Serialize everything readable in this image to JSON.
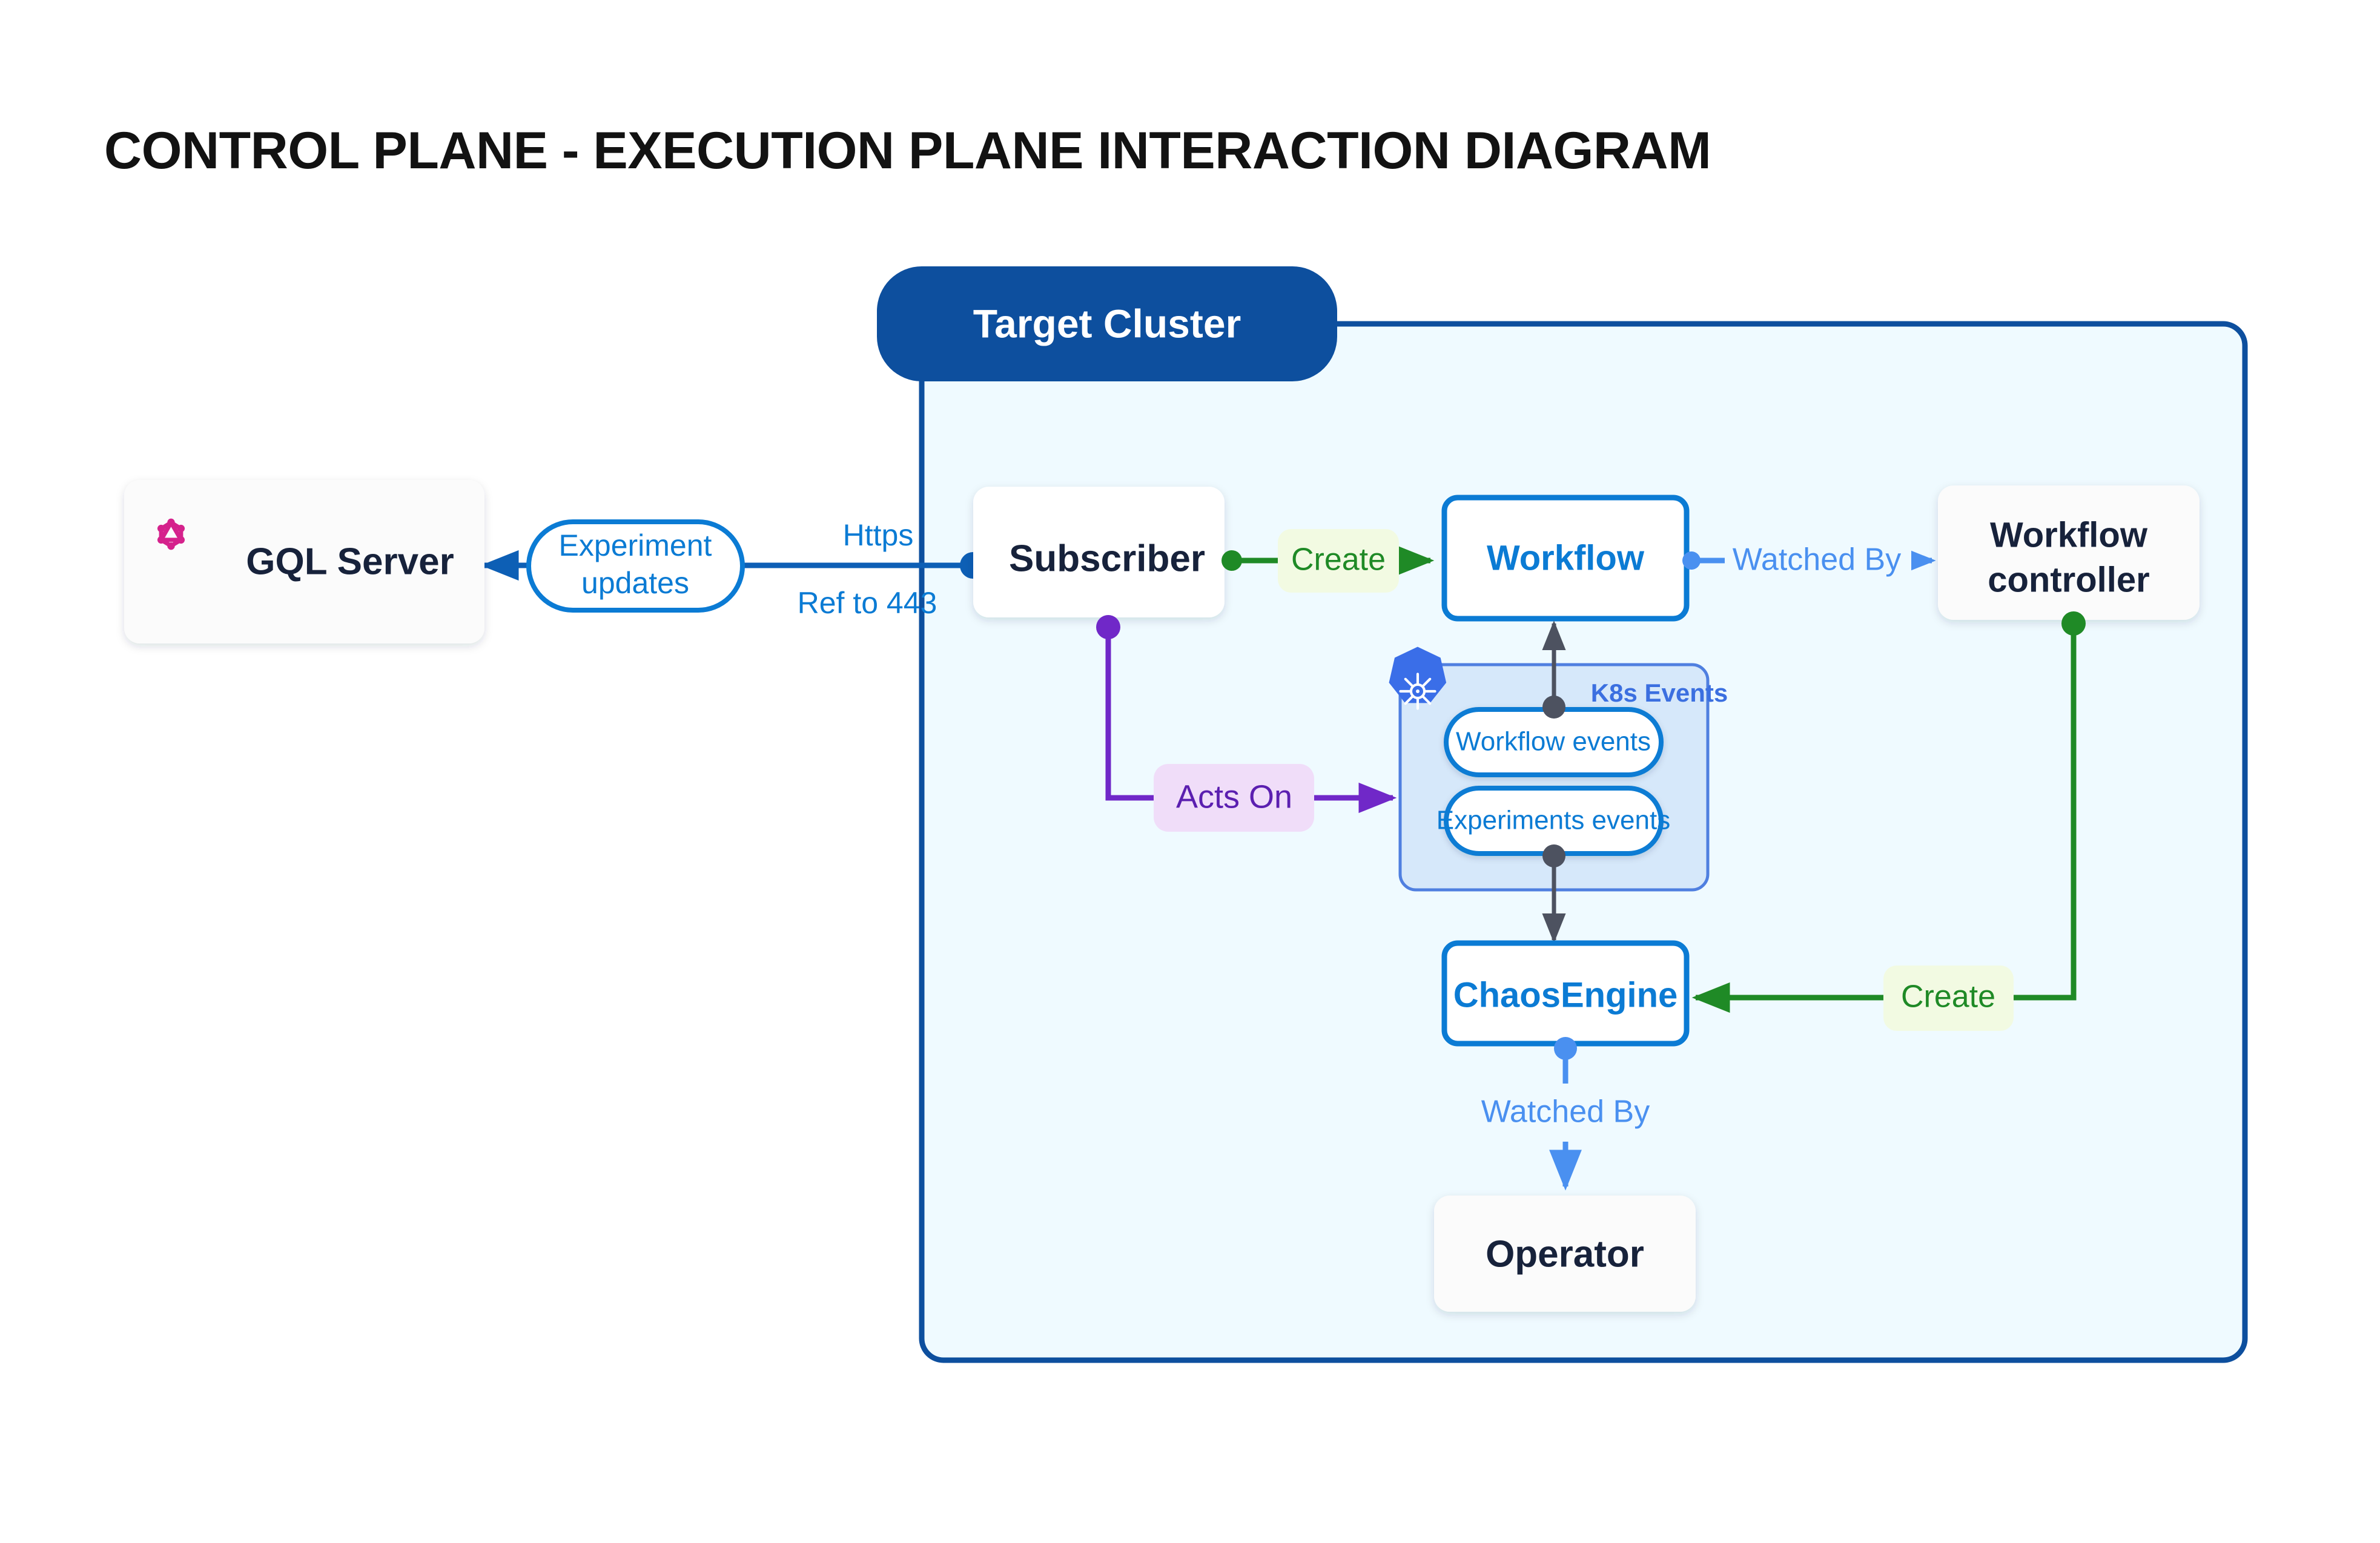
{
  "page": {
    "title": "CONTROL PLANE - EXECUTION PLANE INTERACTION DIAGRAM",
    "background": "#ffffff"
  },
  "colors": {
    "cluster_badge_bg": "#0d4f9e",
    "cluster_badge_text": "#ffffff",
    "cluster_panel_bg": "#effaff",
    "cluster_panel_border": "#0d4f9e",
    "card_bg": "#fbfbfb",
    "card_text": "#17223b",
    "blue_node_border": "#0b7bd4",
    "blue_node_text": "#0b7bd4",
    "k8s_panel_bg": "#d6e8fa",
    "k8s_panel_border": "#4f7fe0",
    "k8s_label_text": "#3b6fe0",
    "k8s_logo": "#3a6ee8",
    "green_edge": "#1f8a26",
    "green_badge_bg": "#f2fae2",
    "purple_edge": "#7028c8",
    "purple_badge_bg": "#f0ddf9",
    "blue_edge": "#4a90f0",
    "dark_blue_edge": "#0d5fb5",
    "gray_edge": "#4d5260",
    "graphql_logo": "#d5228c",
    "pill_border": "#0b7bd4"
  },
  "cluster": {
    "badge_label": "Target Cluster"
  },
  "nodes": {
    "gql_server": {
      "label": "GQL Server",
      "icon": "graphql-icon"
    },
    "subscriber": {
      "label": "Subscriber"
    },
    "workflow": {
      "label": "Workflow"
    },
    "workflow_controller": {
      "label": "Workflow controller",
      "line1": "Workflow",
      "line2": "controller"
    },
    "chaos_engine": {
      "label": "ChaosEngine"
    },
    "operator": {
      "label": "Operator"
    }
  },
  "k8s_panel": {
    "title": "K8s Events",
    "logo_icon": "kubernetes-icon",
    "pills": [
      {
        "label": "Workflow events"
      },
      {
        "label": "Experiments events"
      }
    ]
  },
  "edges": [
    {
      "id": "experiment-updates",
      "label": "Experiment updates",
      "line1": "Experiment",
      "line2": "updates",
      "style": "pill",
      "color": "#0d5fb5",
      "from": "subscriber",
      "to": "gql_server"
    },
    {
      "id": "https",
      "label": "Https",
      "color": "#0b7bd4",
      "from": "subscriber",
      "to": "gql_server"
    },
    {
      "id": "ref-to-443",
      "label": "Ref to 443",
      "color": "#0b7bd4",
      "from": "subscriber",
      "to": "gql_server"
    },
    {
      "id": "create-workflow",
      "label": "Create",
      "color": "#1f8a26",
      "from": "subscriber",
      "to": "workflow"
    },
    {
      "id": "watched-by-controller",
      "label": "Watched By",
      "color": "#4a90f0",
      "from": "workflow",
      "to": "workflow_controller"
    },
    {
      "id": "acts-on",
      "label": "Acts On",
      "color": "#7028c8",
      "from": "subscriber",
      "to": "k8s_panel"
    },
    {
      "id": "create-chaosengine",
      "label": "Create",
      "color": "#1f8a26",
      "from": "workflow_controller",
      "to": "chaos_engine"
    },
    {
      "id": "watched-by-operator",
      "label": "Watched By",
      "color": "#4a90f0",
      "from": "chaos_engine",
      "to": "operator"
    }
  ]
}
